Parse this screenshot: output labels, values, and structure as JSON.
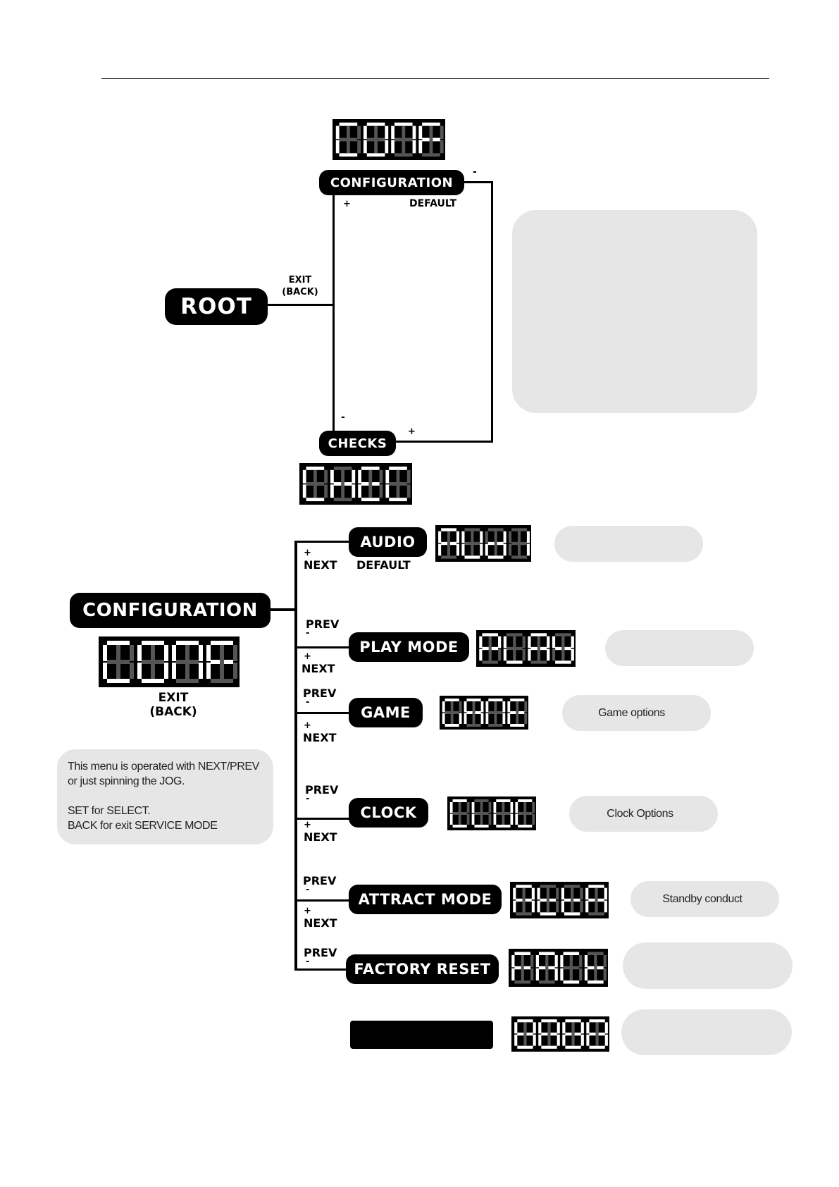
{
  "top": {
    "lcd_conf": "CONF",
    "configuration": "CONFIGURATION",
    "default": "DEFAULT",
    "plus_top": "+",
    "minus_top": "-",
    "root": "ROOT",
    "exit": "EXIT",
    "back": "(BACK)",
    "checks": "CHECKS",
    "minus_bottom": "-",
    "plus_bottom": "+",
    "lcd_check": "CHEC"
  },
  "config": {
    "title": "CONFIGURATION",
    "lcd": "CONF",
    "exit": "EXIT",
    "back": "(BACK)",
    "note_text": "This menu is operated with NEXT/PREV\nor just spinning the JOG.\n\nSET for SELECT.\nBACK for exit SERVICE MODE",
    "next_label": "NEXT",
    "prev_label": "PREV",
    "plus": "+",
    "minus": "-",
    "default_label": "DEFAULT",
    "items": [
      {
        "label": "AUDIO",
        "lcd": "AUDI",
        "note": ""
      },
      {
        "label": "PLAY MODE",
        "lcd": "PLAY",
        "note": ""
      },
      {
        "label": "GAME",
        "lcd": "GAME",
        "note": "Game options"
      },
      {
        "label": "CLOCK",
        "lcd": "CLOC",
        "note": "Clock Options"
      },
      {
        "label": "ATTRACT MODE",
        "lcd": "ATTR",
        "note": "Standby conduct"
      },
      {
        "label": "FACTORY RESET",
        "lcd": "FACT",
        "note": ""
      },
      {
        "label": "",
        "lcd": "8888",
        "note": ""
      }
    ]
  },
  "colors": {
    "lcd_on": "#ffffff",
    "lcd_off": "#555555",
    "note_bg": "#e6e6e6",
    "ink": "#000000"
  }
}
